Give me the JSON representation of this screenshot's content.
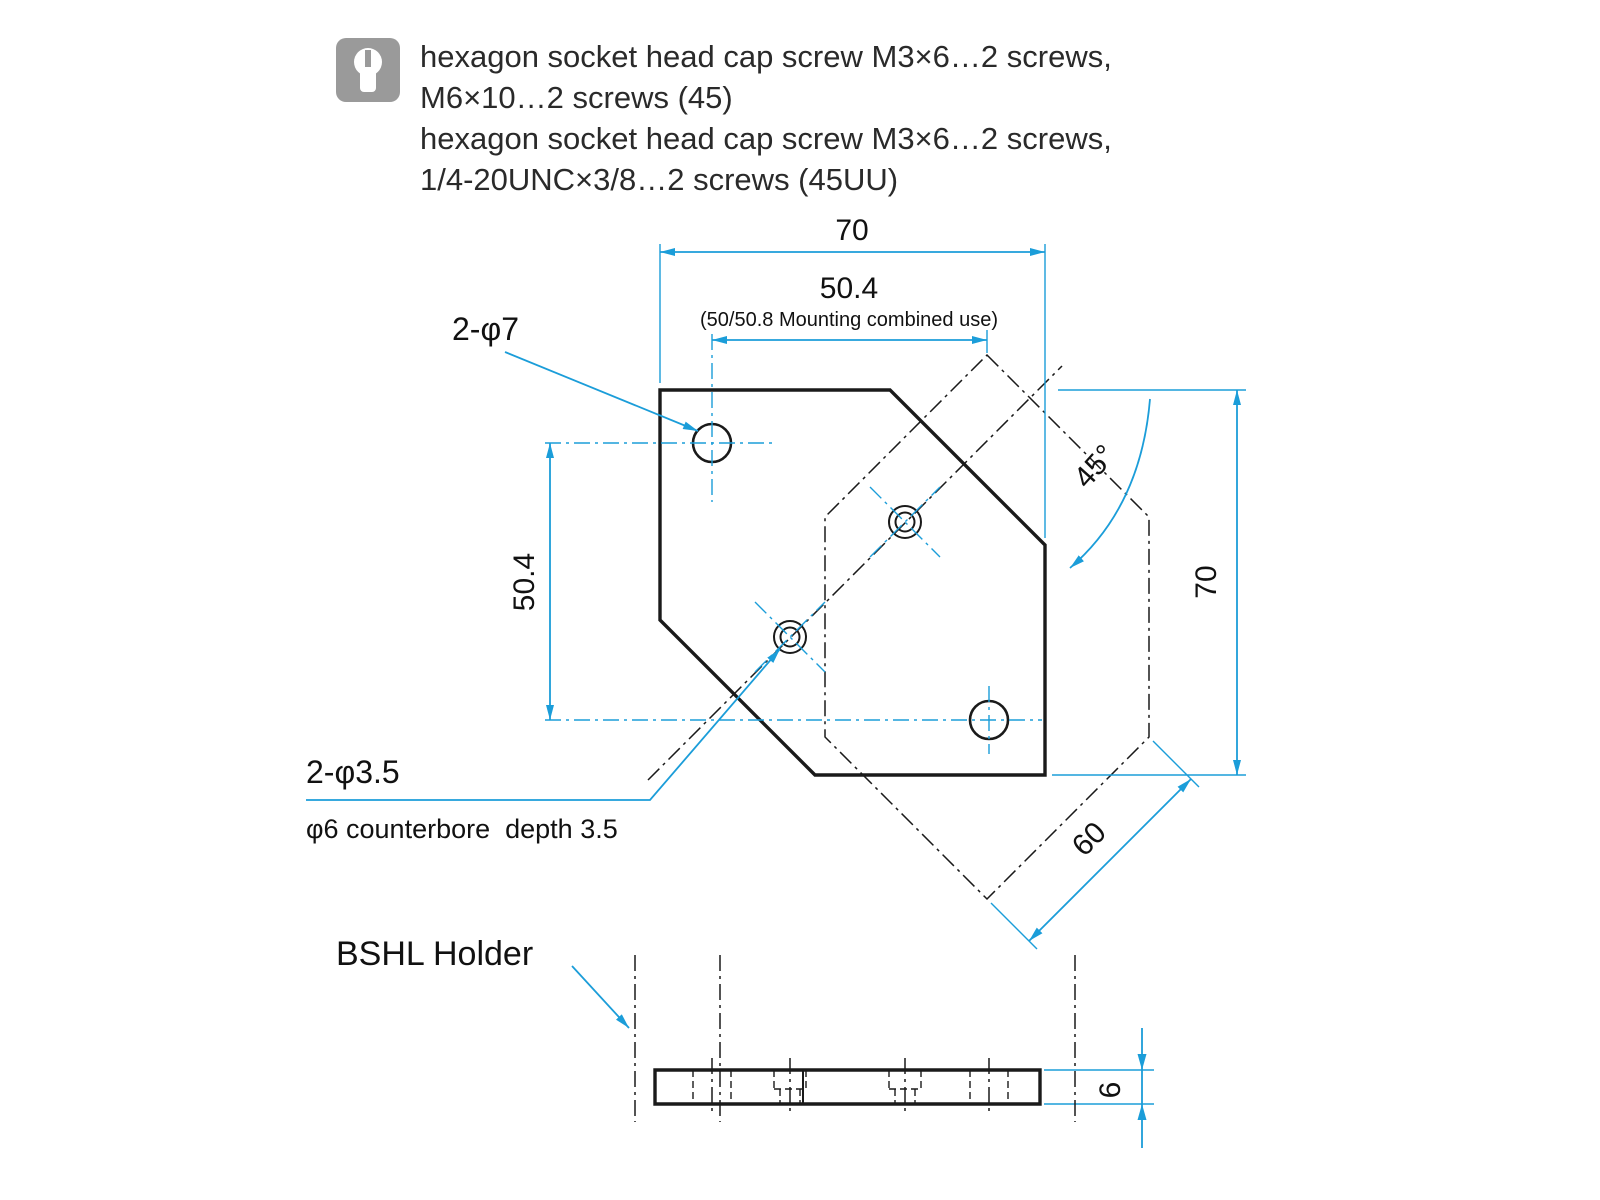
{
  "notes": {
    "line1": "hexagon socket head cap screw M3×6…2 screws,",
    "line2": "M6×10…2 screws (45)",
    "line3": "hexagon socket head cap screw M3×6…2 screws,",
    "line4": "1/4-20UNC×3/8…2 screws (45UU)"
  },
  "dimensions": {
    "top_width": "70",
    "mount_pitch": "50.4",
    "mount_note": "(50/50.8 Mounting combined use)",
    "large_holes": "2-φ7",
    "angle": "45°",
    "left_pitch": "50.4",
    "right_height": "70",
    "diagonal_width": "60",
    "small_holes": "2-φ3.5",
    "counterbore_note": "φ6 counterbore  depth 3.5",
    "thickness": "6"
  },
  "labels": {
    "holder": "BSHL Holder"
  },
  "icon": {
    "name": "screw-icon"
  },
  "colors": {
    "dimension_blue": "#1b9dd9",
    "outline_black": "#1a1a1a",
    "icon_gray": "#9a9a9a"
  }
}
